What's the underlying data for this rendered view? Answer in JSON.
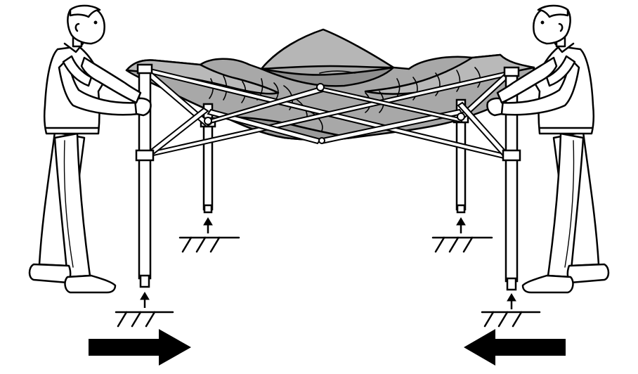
{
  "figure": {
    "kind": "assembly-instruction-illustration",
    "labels": [],
    "colors": {
      "ink": "#000000",
      "paper": "#ffffff",
      "canopy_fill": "#a8a8a8",
      "canopy_light": "#c4c4c4",
      "frame_fill": "#ffffff"
    },
    "parts": {
      "people": [
        "person-left",
        "person-right"
      ],
      "legs": [
        "front-left-leg",
        "rear-left-leg",
        "rear-right-leg",
        "front-right-leg"
      ],
      "ground_markers": 4,
      "push_arrows": [
        "arrow-pointing-right",
        "arrow-pointing-left"
      ],
      "lift_arrows": 4
    }
  }
}
